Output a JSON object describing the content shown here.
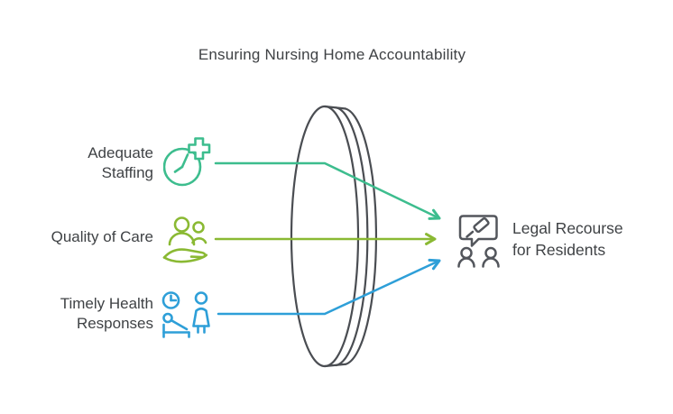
{
  "title": "Ensuring Nursing Home Accountability",
  "colors": {
    "teal": "#3dbd8e",
    "olive": "#8ab933",
    "blue": "#2e9fd8",
    "lens": "#4a4d52",
    "icon_gray": "#53565c",
    "text": "#3f4245",
    "background": "#ffffff"
  },
  "inputs": [
    {
      "label": "Adequate Staffing",
      "lines": [
        "Adequate",
        "Staffing"
      ],
      "icon": "clock-plus-icon",
      "color": "#3dbd8e"
    },
    {
      "label": "Quality of Care",
      "lines": [
        "Quality of Care"
      ],
      "icon": "people-in-hand-icon",
      "color": "#8ab933"
    },
    {
      "label": "Timely Health Responses",
      "lines": [
        "Timely Health",
        "Responses"
      ],
      "icon": "clock-caregiver-icon",
      "color": "#2e9fd8"
    }
  ],
  "output": {
    "label": "Legal Recourse for Residents",
    "lines": [
      "Legal Recourse",
      "for Residents"
    ],
    "icon": "speech-bubble-gavel-icon",
    "color": "#53565c"
  }
}
